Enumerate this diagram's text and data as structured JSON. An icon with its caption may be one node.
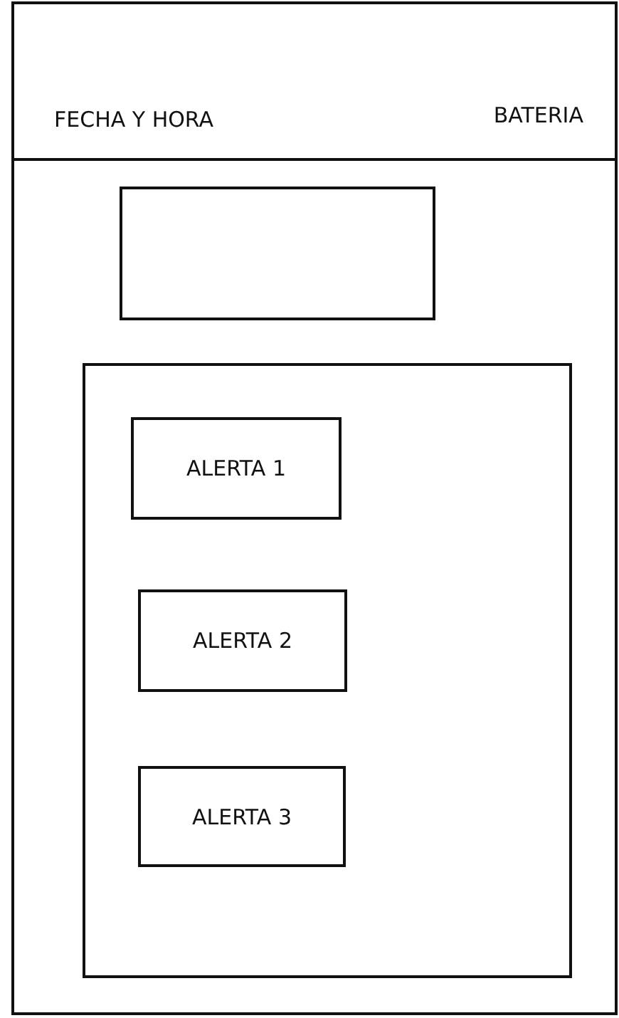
{
  "diagram": {
    "nodes": [
      {
        "text": [],
        "shape": "box"
      },
      {
        "text": [
          "FECHA Y HORA",
          "BATERIA"
        ],
        "in": 0
      },
      {
        "text": [],
        "shape": "box",
        "in": 0
      },
      {
        "text": [],
        "shape": "box",
        "in": 0
      },
      {
        "text": [
          "ALERTA 1"
        ],
        "in": 3
      },
      {
        "text": [
          "ALERTA 2"
        ],
        "in": 3
      },
      {
        "text": [
          "ALERTA 3"
        ],
        "in": 3
      }
    ]
  }
}
